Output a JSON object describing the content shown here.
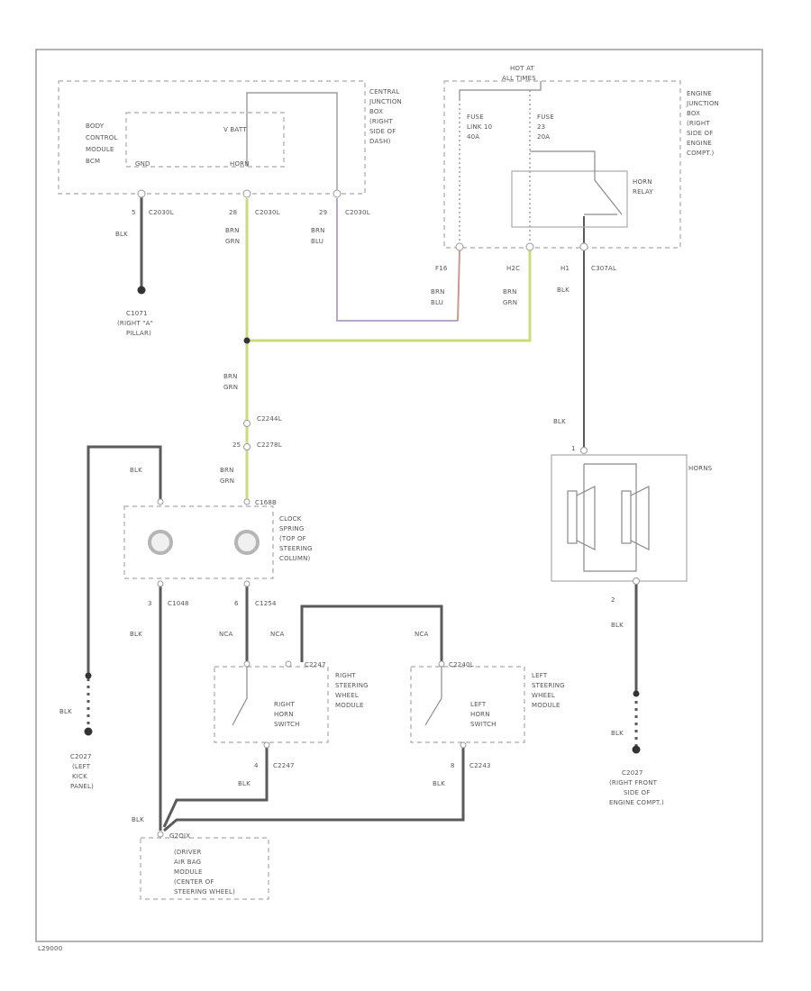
{
  "bcm": {
    "name_lines": [
      "BODY",
      "CONTROL",
      "MODULE",
      "BCM"
    ],
    "v_batt": "V BATT",
    "gnd": "GND",
    "horn": "HORN"
  },
  "cjb": {
    "lines": [
      "CENTRAL",
      "JUNCTION",
      "BOX",
      "(RIGHT",
      "SIDE OF",
      "DASH)"
    ]
  },
  "hot_at": [
    "HOT AT",
    "ALL TIMES"
  ],
  "ejb": {
    "lines": [
      "ENGINE",
      "JUNCTION",
      "BOX",
      "(RIGHT",
      "SIDE OF",
      "ENGINE",
      "COMPT.)"
    ],
    "fuse1": [
      "FUSE",
      "LINK 10",
      "40A"
    ],
    "fuse2": [
      "FUSE",
      "23",
      "20A"
    ],
    "relay": [
      "HORN",
      "RELAY"
    ]
  },
  "bcm_pins": {
    "p5": {
      "pin": "5",
      "conn": "C2030L",
      "color": [
        "BLK"
      ]
    },
    "p28": {
      "pin": "28",
      "conn": "C2030L",
      "color": [
        "BRN",
        "GRN"
      ]
    },
    "p29": {
      "pin": "29",
      "conn": "C2030L",
      "color": [
        "BRN",
        "BLU"
      ]
    }
  },
  "g_c1071": [
    "C1071",
    "(RIGHT \"A\"",
    "PILLAR)"
  ],
  "ejb_pins": {
    "f16": {
      "pin": "F16",
      "color": [
        "BRN",
        "BLU"
      ]
    },
    "h2": {
      "pin": "H2C",
      "color": [
        "BRN",
        "GRN"
      ]
    },
    "h1": {
      "pin": "H1",
      "conn": "C307AL",
      "color": [
        "BLK"
      ]
    }
  },
  "splice_color": [
    "BRN",
    "GRN"
  ],
  "c2244": {
    "conn1": "C2244L",
    "pin": "25",
    "conn2": "C2278L",
    "color": [
      "BRN",
      "GRN"
    ]
  },
  "horns": {
    "label": "HORNS",
    "in_color": "BLK",
    "pin_in": "1",
    "pin_out": "2",
    "out_color": "BLK"
  },
  "g_c2027_right": [
    "C2027",
    "(RIGHT FRONT",
    "SIDE OF",
    "ENGINE COMPT.)"
  ],
  "clock_spring": {
    "lines": [
      "CLOCK",
      "SPRING",
      "(TOP OF",
      "STEERING",
      "COLUMN)"
    ],
    "left_color": "BLK",
    "conn_top": "C168B",
    "pin_l": "3",
    "conn_l": "C1048",
    "pin_r": "6",
    "conn_r": "C1254"
  },
  "nca": "NCA",
  "right_switch": {
    "module": [
      "RIGHT",
      "STEERING",
      "WHEEL",
      "MODULE"
    ],
    "switch": [
      "RIGHT",
      "HORN",
      "SWITCH"
    ],
    "conn": "C2247",
    "pin": "4",
    "color": "BLK"
  },
  "left_switch": {
    "module": [
      "LEFT",
      "STEERING",
      "WHEEL",
      "MODULE"
    ],
    "switch": [
      "LEFT",
      "HORN",
      "SWITCH"
    ],
    "conn": "C2240L",
    "pin": "8",
    "conn_b": "C2243",
    "color": "BLK"
  },
  "g_c2027_left": {
    "color_top": "BLK",
    "color": "BLK",
    "lines": [
      "C2027",
      "(LEFT",
      "KICK",
      "PANEL)"
    ]
  },
  "g_bottom": {
    "color": "BLK",
    "lines": [
      "G2OIX",
      "(DRIVER",
      "AIR BAG",
      "MODULE",
      "(CENTER OF",
      "STEERING WHEEL)"
    ]
  },
  "figure_id": "L29000"
}
